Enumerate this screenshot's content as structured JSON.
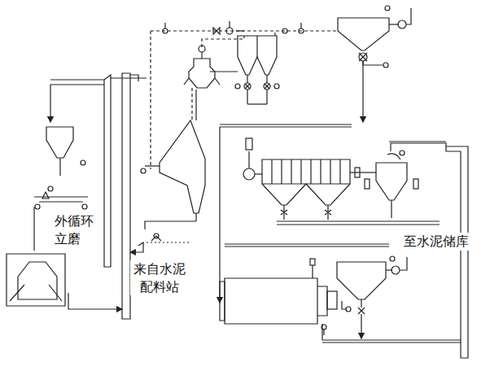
{
  "diagram": {
    "labels": [
      "外循环 立磨",
      "来自水泥 配料站",
      "至水泥储库"
    ]
  }
}
